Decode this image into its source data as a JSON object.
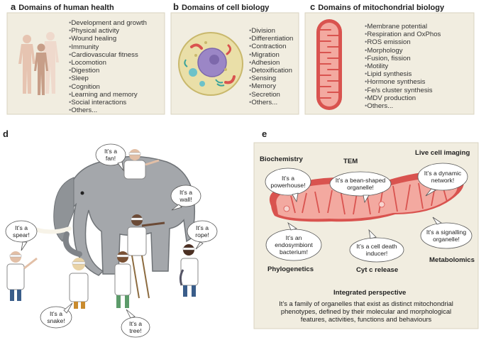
{
  "panel_a": {
    "letter": "a",
    "title": "Domains of human health",
    "items": [
      "Development and growth",
      "Physical activity",
      "Wound healing",
      "Immunity",
      "Cardiovascular fitness",
      "Locomotion",
      "Digestion",
      "Sleep",
      "Cognition",
      "Learning and memory",
      "Social interactions",
      "Others..."
    ]
  },
  "panel_b": {
    "letter": "b",
    "title": "Domains of cell biology",
    "items": [
      "Division",
      "Differentiation",
      "Contraction",
      "Migration",
      "Adhesion",
      "Detoxification",
      "Sensing",
      "Memory",
      "Secretion",
      "Others..."
    ]
  },
  "panel_c": {
    "letter": "c",
    "title": "Domains of mitochondrial biology",
    "items": [
      "Membrane potential",
      "Respiration and OxPhos",
      "ROS emission",
      "Morphology",
      "Fusion, fission",
      "Motility",
      "Lipid synthesis",
      "Hormone synthesis",
      "Fe/s cluster synthesis",
      "MDV production",
      "Others..."
    ]
  },
  "panel_d": {
    "letter": "d",
    "bubbles": {
      "fan": [
        "It’s a",
        "fan!"
      ],
      "wall": [
        "It’s a",
        "wall!"
      ],
      "spear": [
        "It’s a",
        "spear!"
      ],
      "rope": [
        "It’s a",
        "rope!"
      ],
      "snake": [
        "It’s a",
        "snake!"
      ],
      "tree": [
        "It’s a",
        "tree!"
      ]
    }
  },
  "panel_e": {
    "letter": "e",
    "labels": {
      "biochemistry": "Biochemistry",
      "tem": "TEM",
      "live": "Live cell imaging",
      "phylogenetics": "Phylogenetics",
      "cytc": "Cyt c release",
      "metabolomics": "Metabolomics"
    },
    "bubbles": {
      "powerhouse": [
        "It’s a",
        "powerhouse!"
      ],
      "bean": [
        "It’s a bean-shaped",
        "organelle!"
      ],
      "dynamic": [
        "It’s a dynamic",
        "network!"
      ],
      "endosymbiont": [
        "It’s an",
        "endosymbiont",
        "bacterium!"
      ],
      "celldeath": [
        "It’s a cell death",
        "inducer!"
      ],
      "signalling": [
        "It’s a signalling",
        "organelle!"
      ]
    },
    "integrated_title": "Integrated perspective",
    "integrated_text": [
      "It’s a family of organelles that exist as distinct mitochondrial",
      "phenotypes, defined by their molecular and morphological",
      "features, activities, functions and  behaviours"
    ]
  },
  "colors": {
    "box_bg": "#f1ede0",
    "mito_red": "#d9534f",
    "mito_light": "#f3a9a0",
    "cell_purple": "#9b86c6"
  }
}
